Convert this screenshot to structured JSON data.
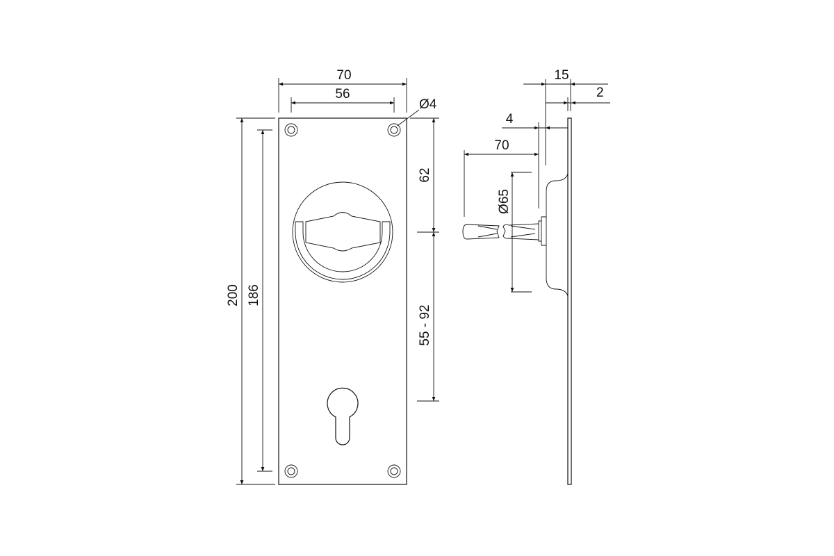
{
  "front_view": {
    "dim_overall_width": "70",
    "dim_hole_spacing_width": "56",
    "dim_hole_diameter": "Ø4",
    "dim_overall_height": "200",
    "dim_hole_spacing_height": "186",
    "dim_top_to_handle": "62",
    "dim_handle_to_cylinder": "55 - 92"
  },
  "side_view": {
    "dim_depth": "15",
    "dim_plate_thickness": "2",
    "dim_offset": "4",
    "dim_spindle_length": "70",
    "dim_rosette_diameter": "Ø65"
  }
}
